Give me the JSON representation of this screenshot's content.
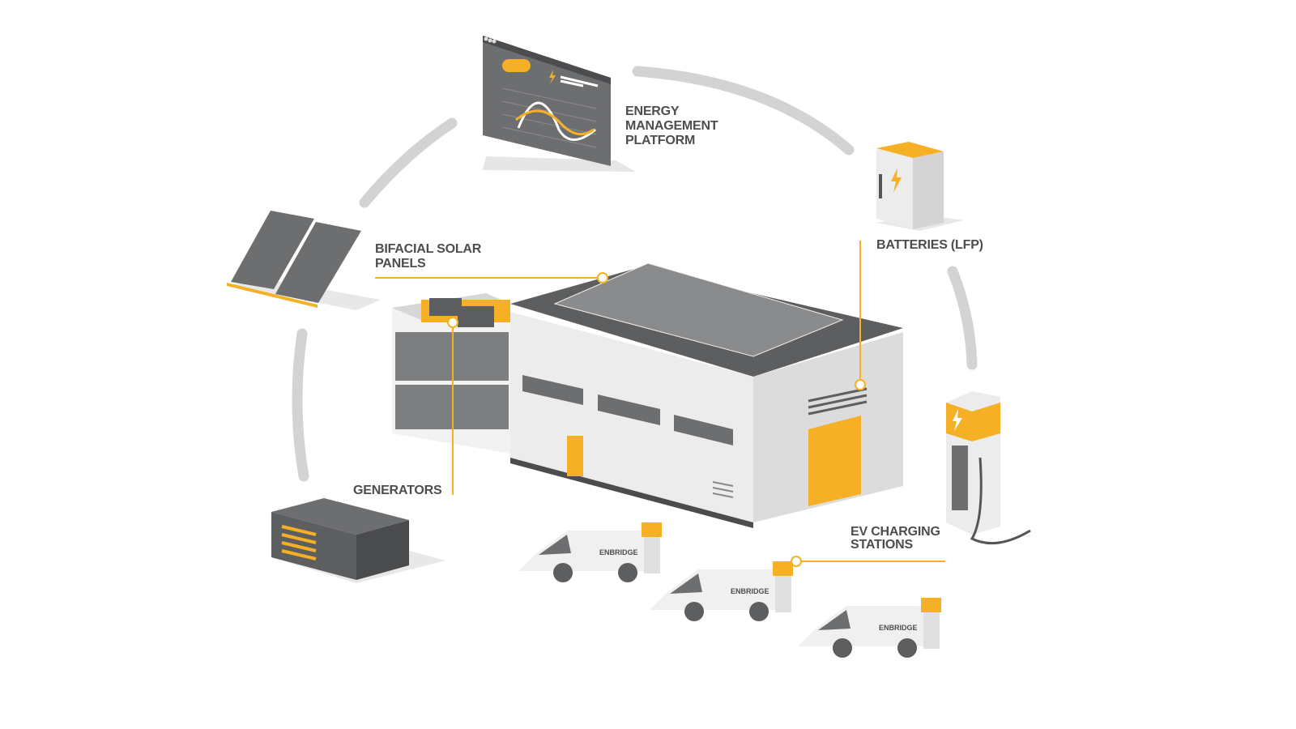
{
  "labels": {
    "energy_platform": "ENERGY\nMANAGEMENT\nPLATFORM",
    "solar_panels": "BIFACIAL SOLAR\nPANELS",
    "batteries": "BATTERIES (LFP)",
    "generators": "GENERATORS",
    "ev_charging": "EV CHARGING\nSTATIONS"
  },
  "van_brand": "ENBRIDGE",
  "colors": {
    "accent": "#F6B026",
    "dark": "#5d5e60",
    "arc": "#d3d3d3",
    "text": "#4d4d4f"
  },
  "icons": [
    "lightning-icon",
    "solar-panel-icon",
    "battery-icon",
    "generator-icon",
    "ev-charger-icon",
    "monitor-chart-icon"
  ]
}
